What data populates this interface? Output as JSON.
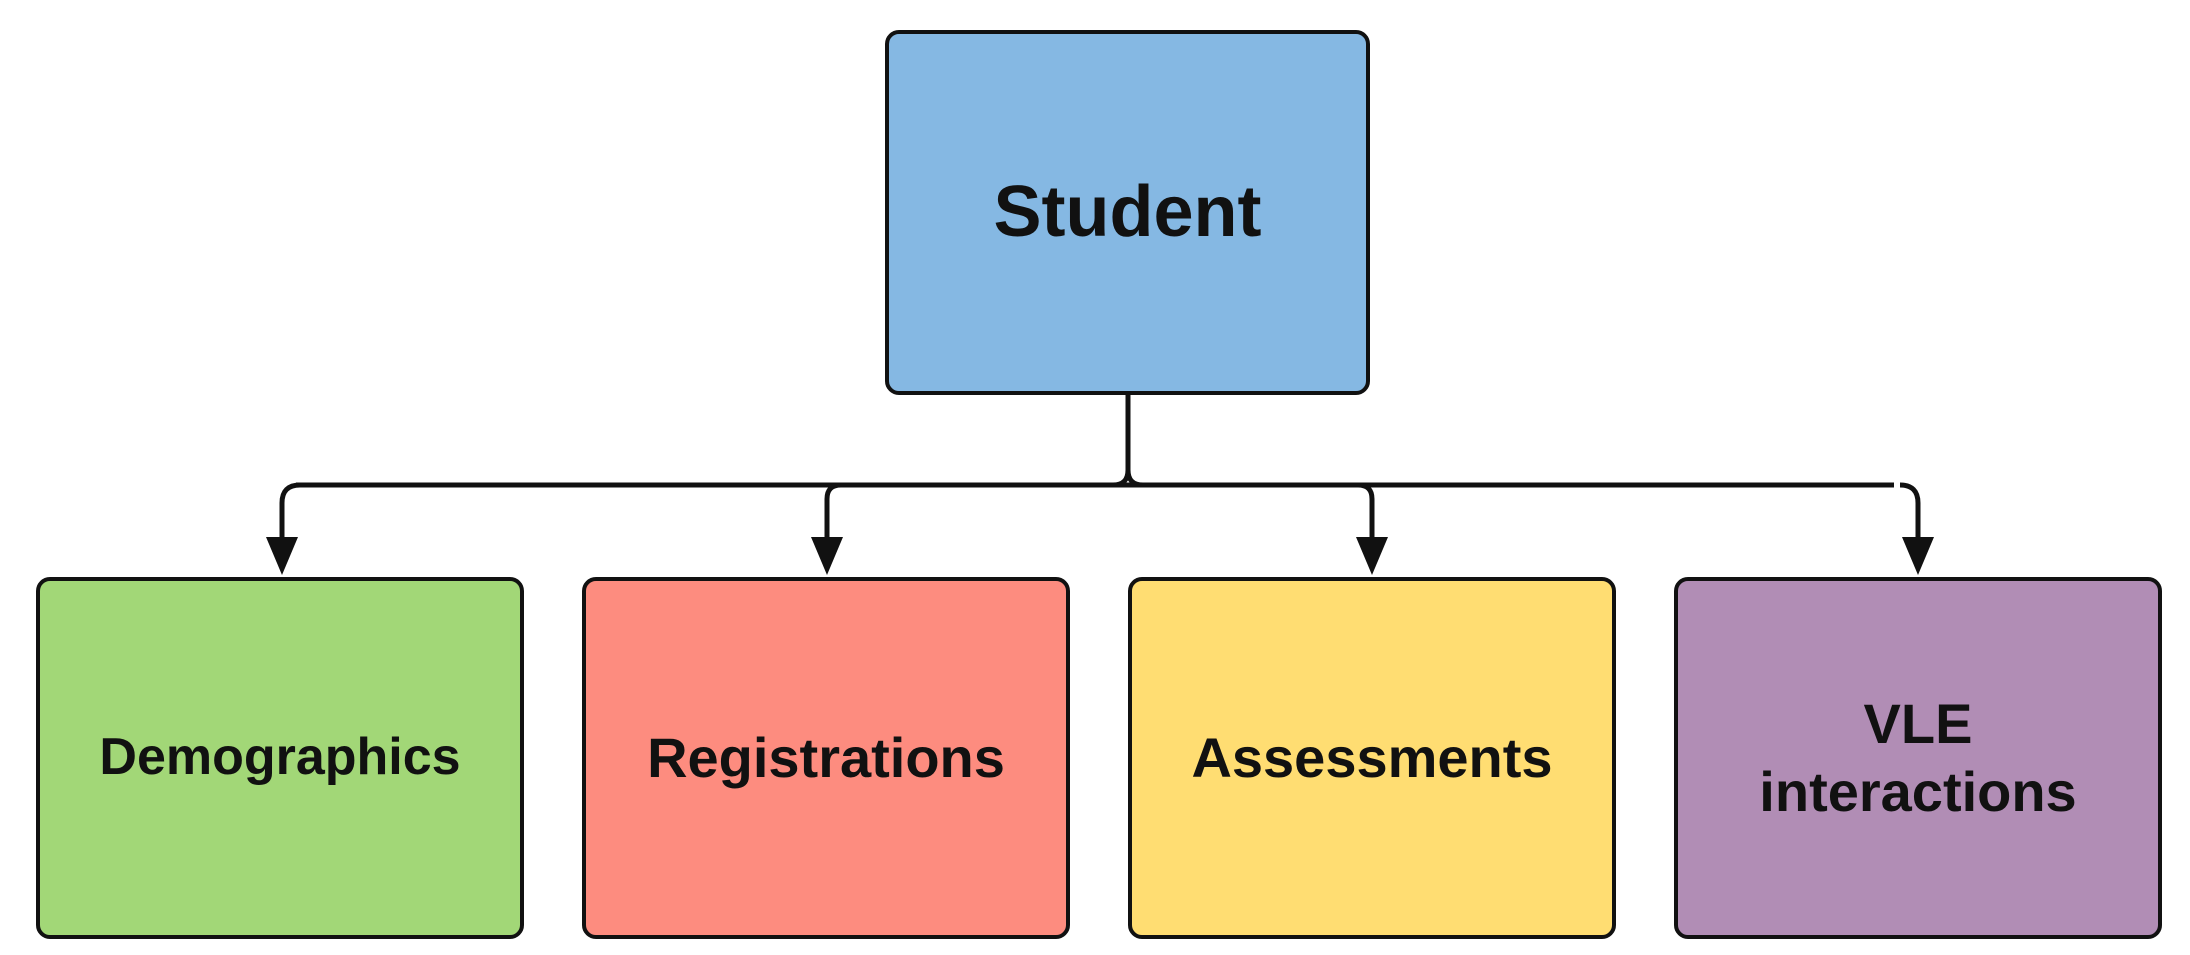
{
  "diagram": {
    "root": {
      "label": "Student",
      "color": "#85b8e3"
    },
    "children": [
      {
        "label": "Demographics",
        "color": "#a2d777"
      },
      {
        "label": "Registrations",
        "color": "#fd8c7f"
      },
      {
        "label": "Assessments",
        "color": "#ffdd72"
      },
      {
        "label": "VLE\ninteractions",
        "color": "#b18db5"
      }
    ]
  }
}
